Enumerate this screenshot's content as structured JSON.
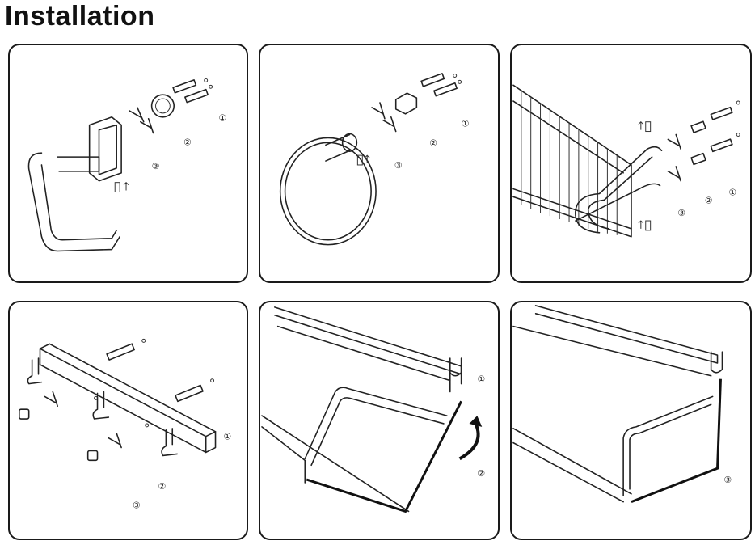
{
  "title": "Installation",
  "panels": [
    {
      "item": "toilet-paper-holder",
      "steps": [
        "①",
        "②",
        "③"
      ]
    },
    {
      "item": "towel-ring",
      "steps": [
        "①",
        "②",
        "③"
      ]
    },
    {
      "item": "shower-basket",
      "steps": [
        "①",
        "②",
        "③"
      ]
    },
    {
      "item": "robe-hook-rail",
      "steps": [
        "①",
        "②",
        "③"
      ]
    },
    {
      "item": "shelf-mounting",
      "steps": [
        "①",
        "②"
      ]
    },
    {
      "item": "shelf-mounted",
      "steps": [
        "③"
      ]
    }
  ],
  "icons": [
    "screw-icon",
    "wall-plug-icon",
    "screw-anchor-icon",
    "arrow-up-icon",
    "rotate-arrow-icon"
  ]
}
